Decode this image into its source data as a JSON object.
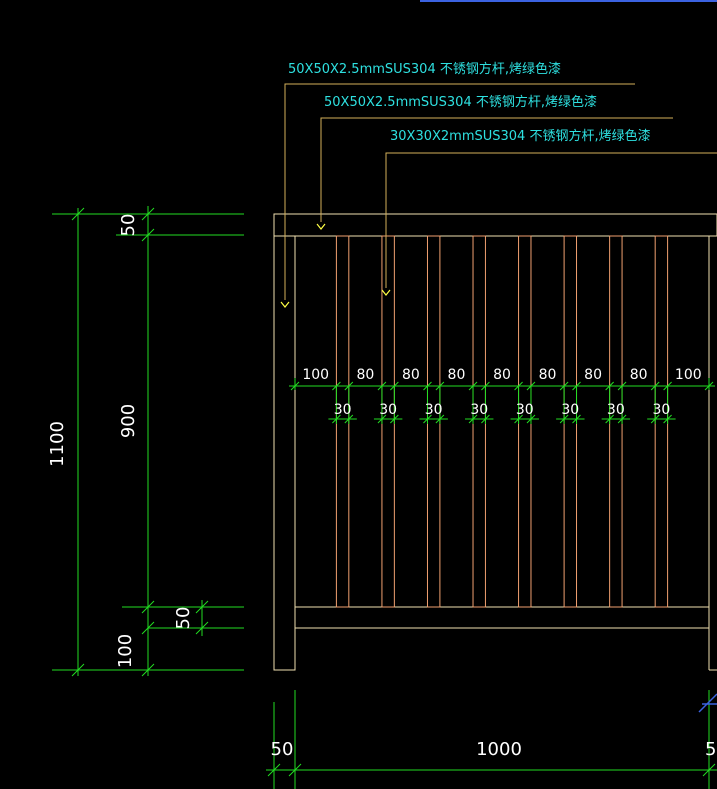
{
  "colors": {
    "background": "#000000",
    "member_line": "#f0e0b0",
    "picket_line": "#f0a070",
    "dimension_line": "#22dd22",
    "leader_line": "#d4b05a",
    "annotation_text": "#2ee0e0",
    "dimension_text": "#ffffff",
    "marker_arrow": "#ffff44",
    "corner_cross": "#3b62e0"
  },
  "annotations": {
    "top_rail": "50X50X2.5mmSUS304 不锈钢方杆,烤绿色漆",
    "post": "50X50X2.5mmSUS304 不锈钢方杆,烤绿色漆",
    "picket": "30X30X2mmSUS304 不锈钢方杆,烤绿色漆"
  },
  "vertical_dims": {
    "total": "1100",
    "top_rail": "50",
    "picket_span": "900",
    "bottom_rail": "50",
    "ground_gap": "100"
  },
  "horizontal_dims": {
    "gaps": [
      "100",
      "80",
      "80",
      "80",
      "80",
      "80",
      "80",
      "80",
      "100"
    ],
    "pickets": [
      "30",
      "30",
      "30",
      "30",
      "30",
      "30",
      "30",
      "30"
    ],
    "post_width_left": "50",
    "span": "1000",
    "post_width_right": "5"
  }
}
